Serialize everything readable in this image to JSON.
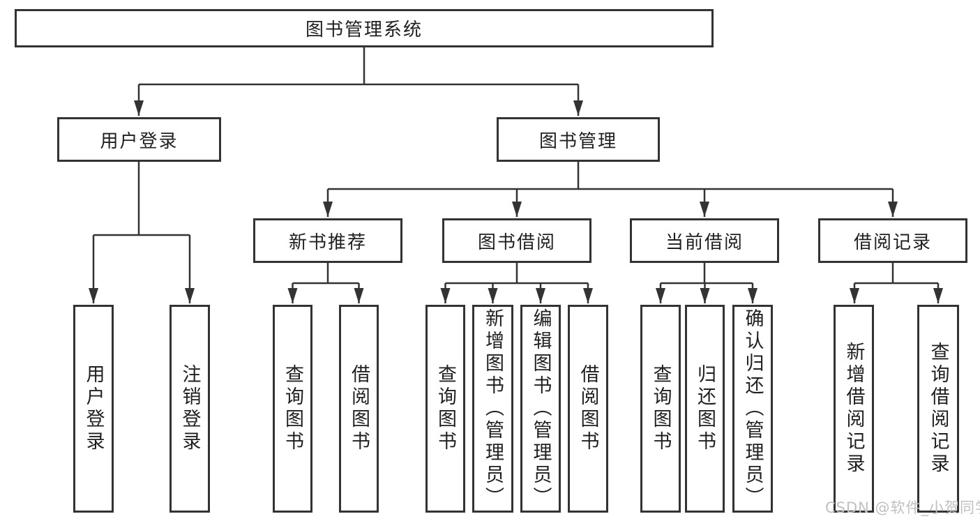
{
  "colors": {
    "line": "#333333",
    "text": "#1f1f1f",
    "box_background": "#ffffff",
    "watermark": "#c0c0c0"
  },
  "watermark": {
    "text": "CSDN @软件_小贺同学"
  },
  "diagram": {
    "root": {
      "label": "图书管理系统"
    },
    "level1": [
      {
        "label": "用户登录",
        "children": [
          {
            "label": "用户登录"
          },
          {
            "label": "注销登录"
          }
        ]
      },
      {
        "label": "图书管理",
        "children": [
          {
            "label": "新书推荐",
            "children": [
              {
                "label": "查询图书"
              },
              {
                "label": "借阅图书"
              }
            ]
          },
          {
            "label": "图书借阅",
            "children": [
              {
                "label": "查询图书"
              },
              {
                "label": "新增图书（管理员）"
              },
              {
                "label": "编辑图书（管理员）"
              },
              {
                "label": "借阅图书"
              }
            ]
          },
          {
            "label": "当前借阅",
            "children": [
              {
                "label": "查询图书"
              },
              {
                "label": "归还图书"
              },
              {
                "label": "确认归还（管理员）"
              }
            ]
          },
          {
            "label": "借阅记录",
            "children": [
              {
                "label": "新增借阅记录"
              },
              {
                "label": "查询借阅记录"
              }
            ]
          }
        ]
      }
    ]
  }
}
